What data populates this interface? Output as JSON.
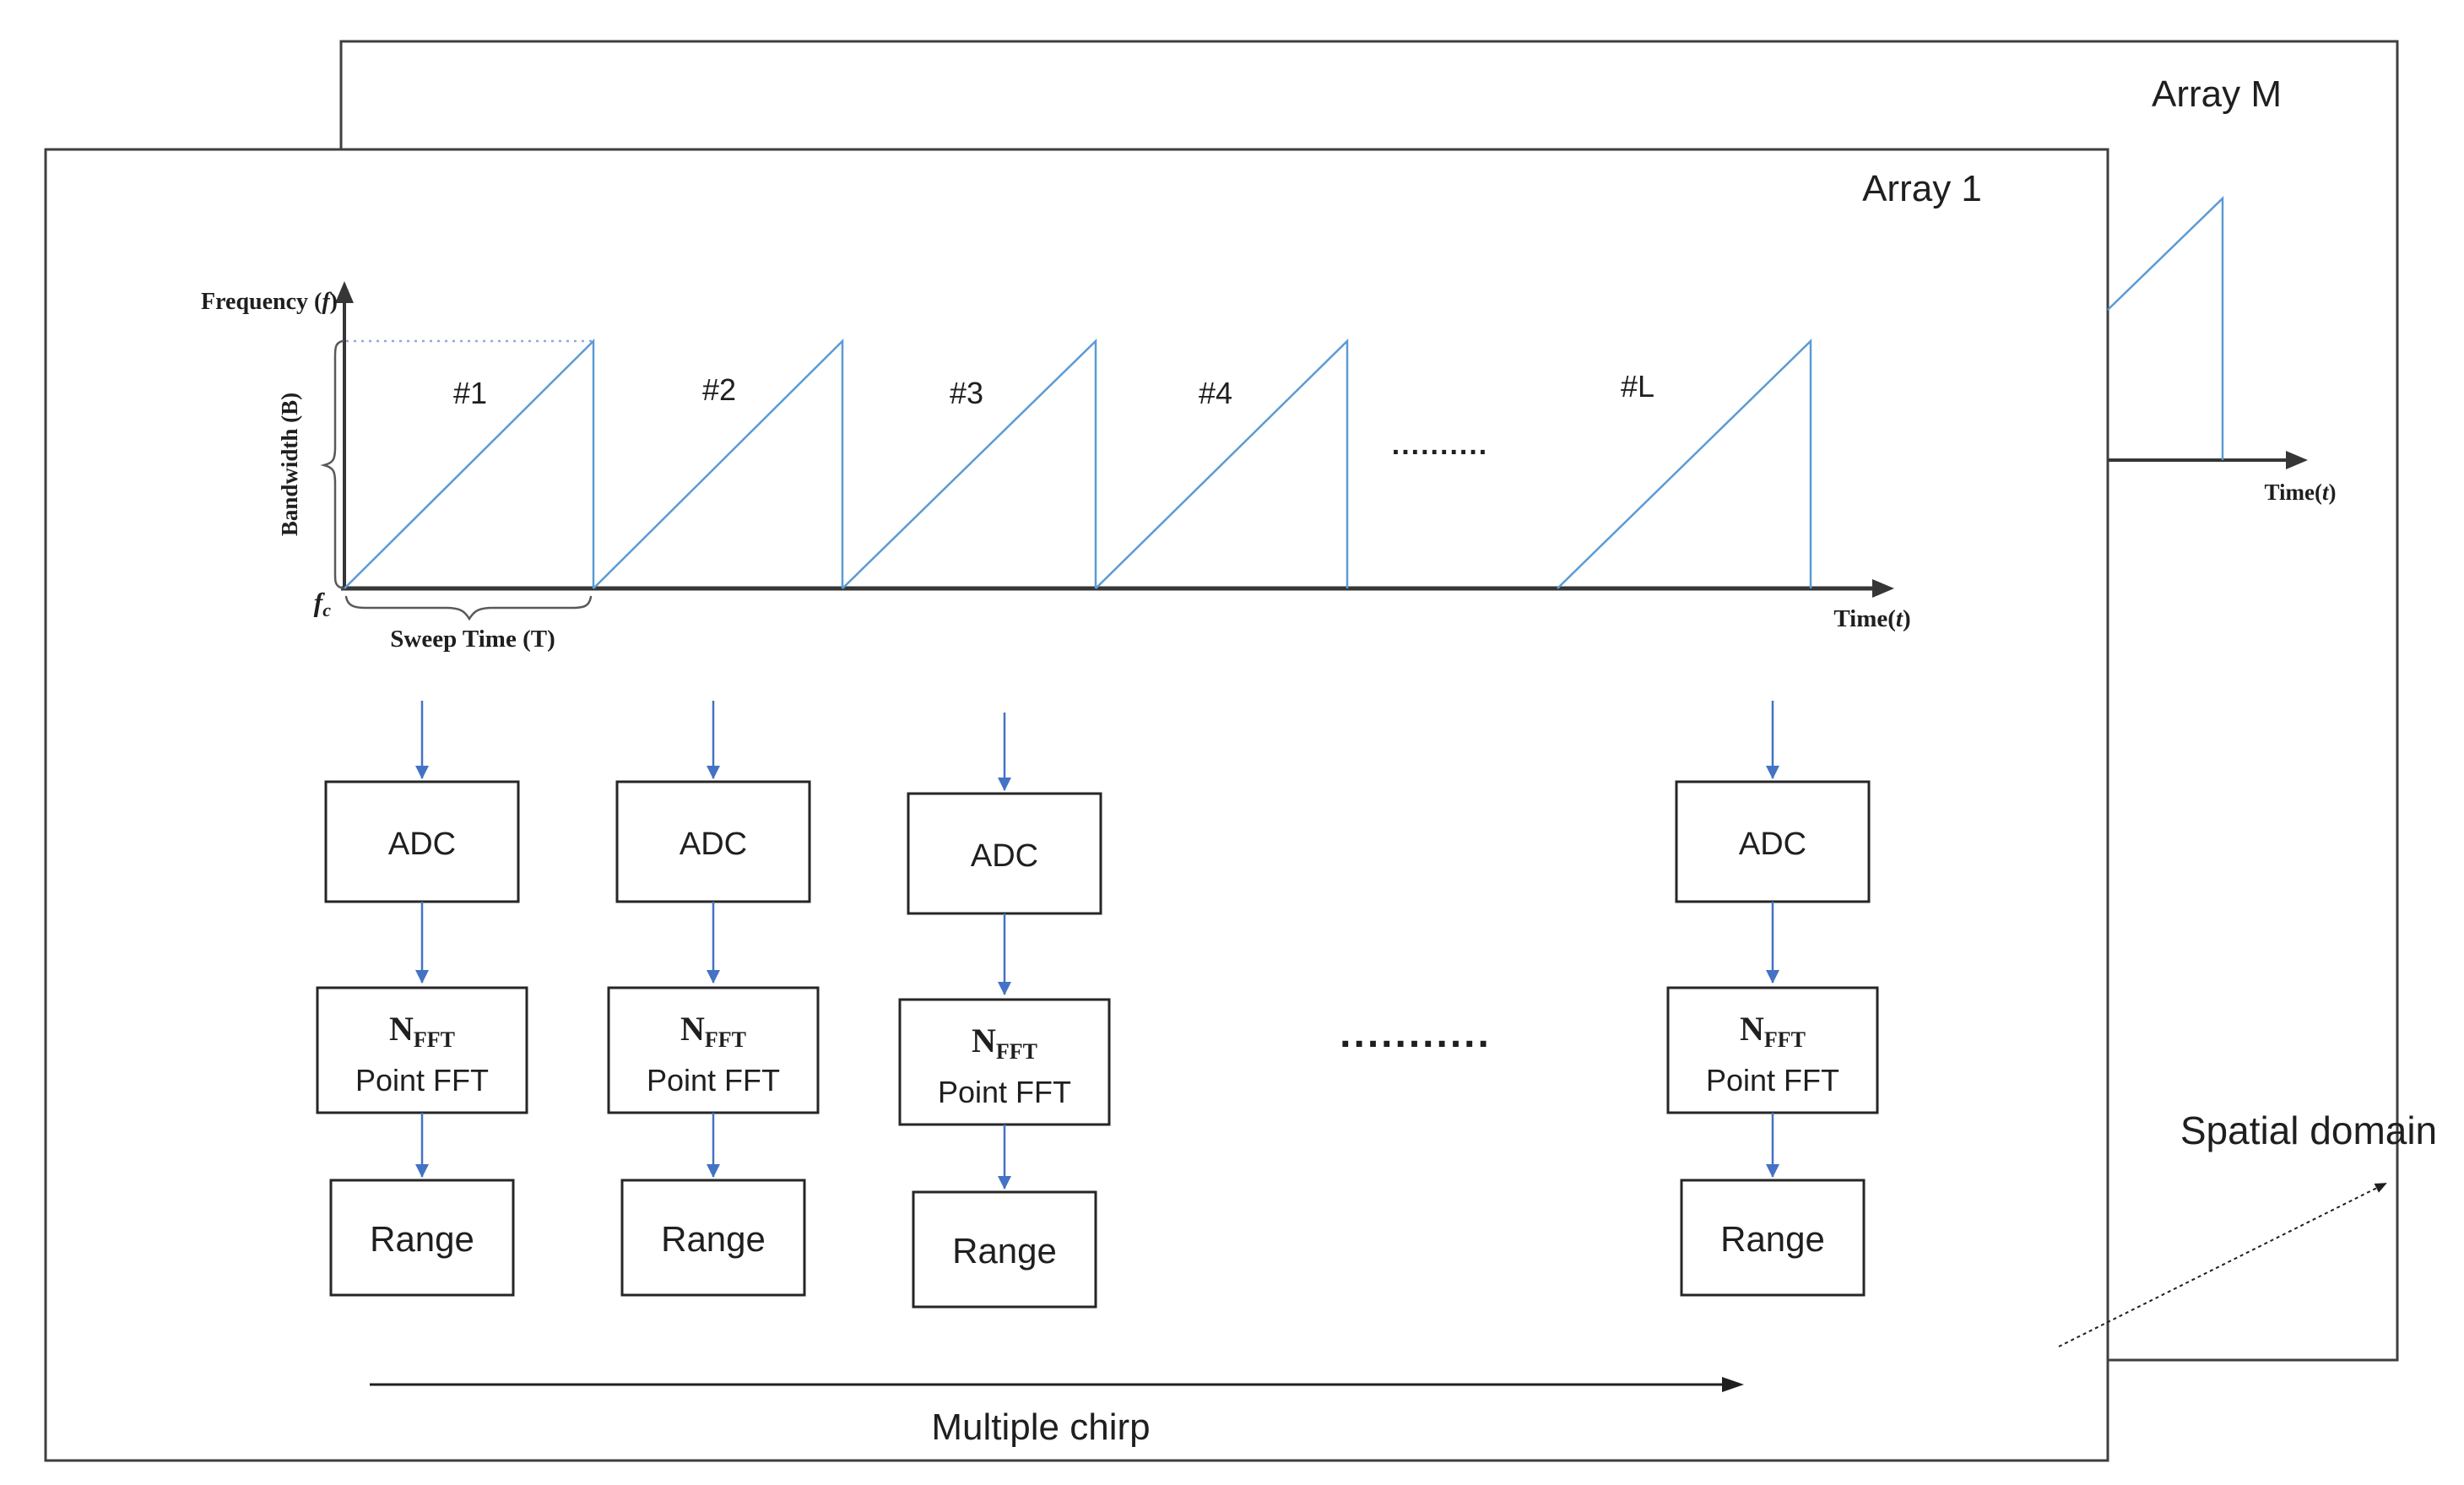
{
  "panels": {
    "outer_label": "Array M",
    "inner_label": "Array 1"
  },
  "chirp_plot": {
    "y_axis_prefix": "Frequency (",
    "y_axis_symbol": "f",
    "y_axis_suffix": ")",
    "x_axis_prefix": "Time(",
    "x_axis_symbol": "t",
    "x_axis_suffix": ")",
    "origin_symbol": "f",
    "origin_subscript": "c",
    "bandwidth_label": "Bandwidth (B)",
    "sweep_label": "Sweep Time (T)",
    "chirp_labels": [
      "#1",
      "#2",
      "#3",
      "#4",
      "#L"
    ],
    "gap_dots": "..........",
    "chirp_color": "#5B9BD5",
    "dash_color": "#8FAADC"
  },
  "mini_plot": {
    "x_axis_prefix": "Time(",
    "x_axis_symbol": "t",
    "x_axis_suffix": ")"
  },
  "pipeline": {
    "adc": "ADC",
    "nfft_main": "N",
    "nfft_sub": "FFT",
    "fft_line2": "Point FFT",
    "range": "Range",
    "ellipsis": "...........",
    "arrow_color": "#4472C4"
  },
  "annotations": {
    "multiple_chirp": "Multiple chirp",
    "spatial_domain": "Spatial domain"
  }
}
